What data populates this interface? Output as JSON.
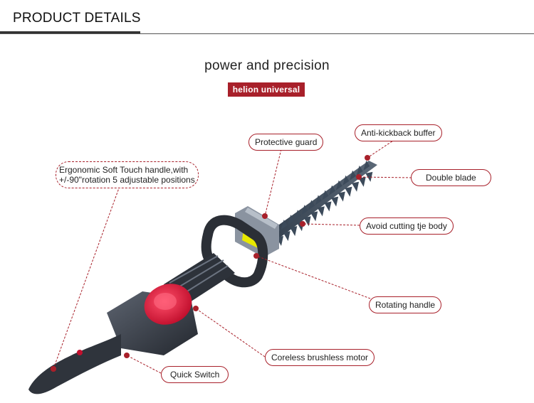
{
  "header": {
    "title": "PRODUCT DETAILS"
  },
  "headline": "power and precision",
  "badge": "helion universal",
  "colors": {
    "accent": "#a8202a",
    "rule": "#333333"
  },
  "callouts": {
    "handle": {
      "line1": "Ergonomic Soft Touch handle,with",
      "line2": "+/-90\"rotation 5 adjustable positions"
    },
    "protective_guard": "Protective guard",
    "anti_kickback": "Anti-kickback buffer",
    "double_blade": "Double blade",
    "avoid_cutting": "Avoid cutting tje body",
    "rotating_handle": "Rotating handle",
    "motor": "Coreless brushless motor",
    "quick_switch": "Quick Switch"
  }
}
